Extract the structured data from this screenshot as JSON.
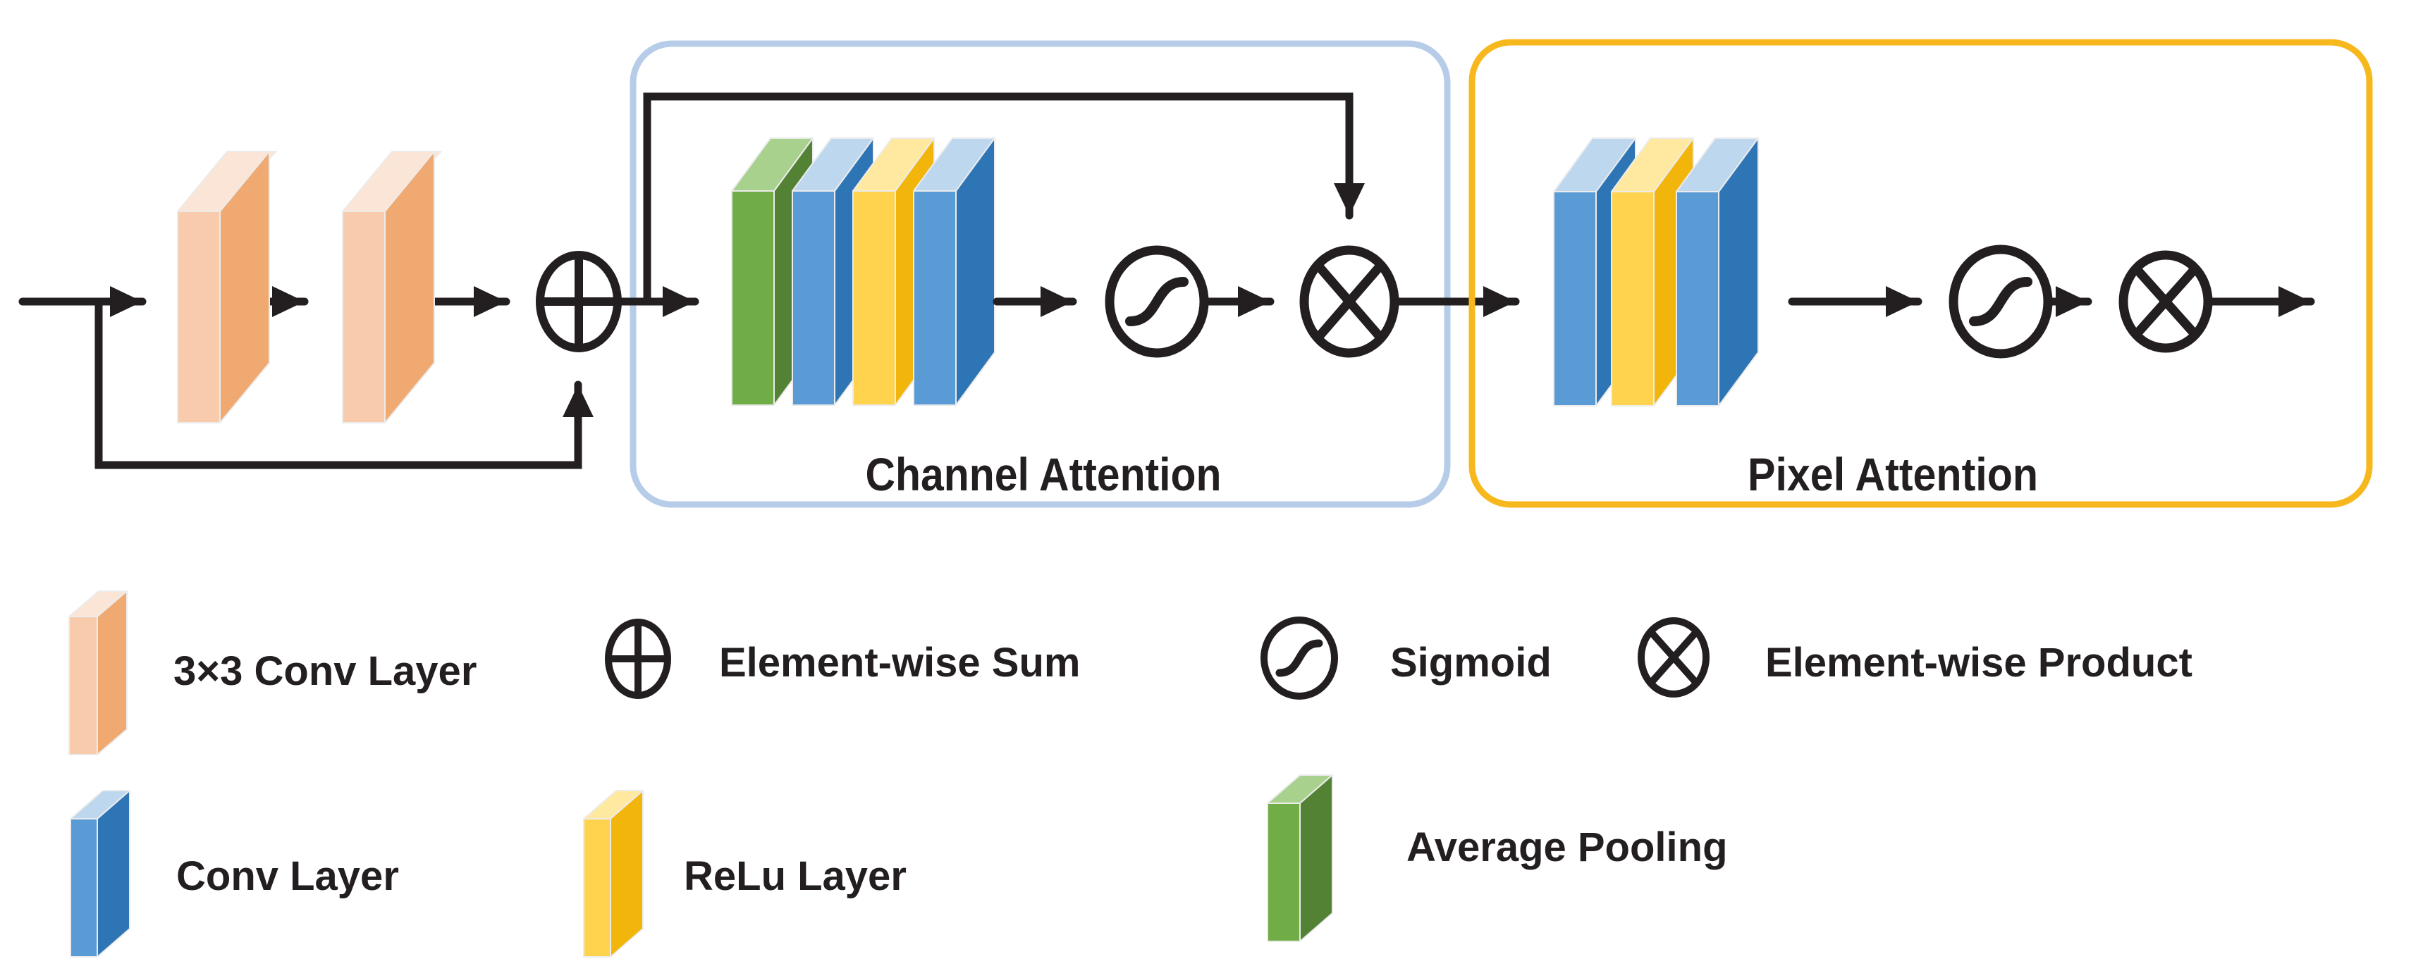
{
  "modules": {
    "channel": {
      "label": "Channel Attention"
    },
    "pixel": {
      "label": "Pixel Attention"
    }
  },
  "legend": {
    "conv3x3_label": "3×3 Conv Layer",
    "sum_label": "Element-wise Sum",
    "sigmoid_label": "Sigmoid",
    "product_label": "Element-wise Product",
    "conv_label": "Conv Layer",
    "relu_label": "ReLu Layer",
    "avgpool_label": "Average Pooling"
  },
  "icons": {
    "sum": "circled-plus",
    "product": "circled-times",
    "sigmoid": "sigmoid-curve-in-circle"
  },
  "colors": {
    "line": "#231F20",
    "channel_box_border": "#B7CCE8",
    "pixel_box_border": "#F7B81D",
    "conv3x3_front": "#F8CBAD",
    "conv3x3_top": "#FBE5D6",
    "conv3x3_side": "#F0A971",
    "conv_front": "#5B9BD5",
    "conv_top": "#BDD7EE",
    "conv_side": "#2E75B6",
    "relu_front": "#FFD34D",
    "relu_top": "#FFE9A0",
    "relu_side": "#F2B50B",
    "avgpool_front": "#70AD47",
    "avgpool_top": "#A9D18E",
    "avgpool_side": "#548235"
  }
}
